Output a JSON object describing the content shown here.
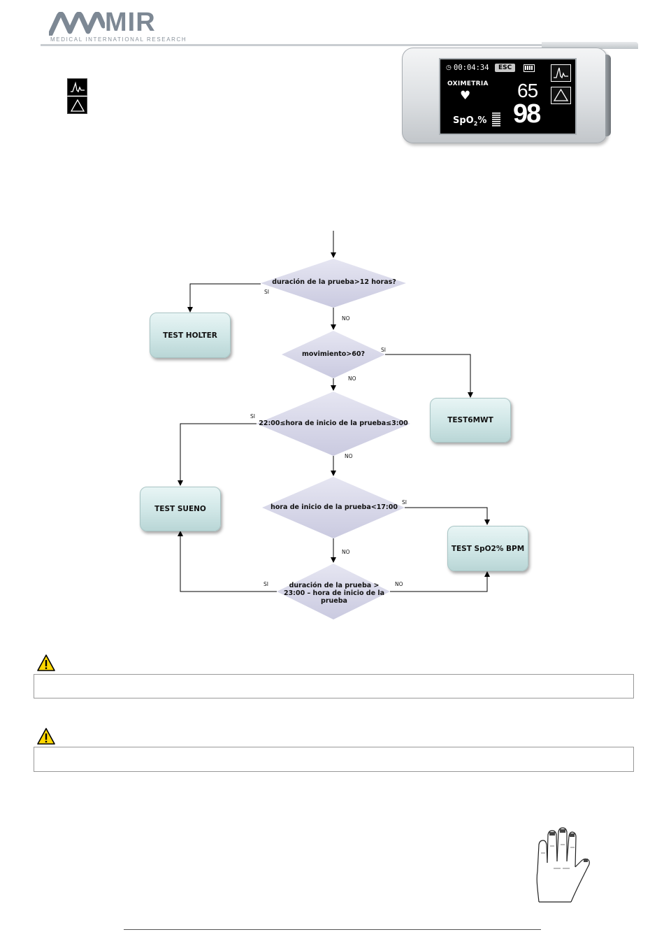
{
  "header": {
    "logo_text": "MIR",
    "logo_subtitle": "MEDICAL INTERNATIONAL RESEARCH"
  },
  "legend_icons": [
    {
      "icon": "waveform-icon"
    },
    {
      "icon": "alarm-triangle-icon"
    }
  ],
  "device_screen": {
    "timer": "00:04:34",
    "esc_label": "ESC",
    "mode_title": "OXIMETRIA",
    "pulse_value": "65",
    "spo2_value": "98",
    "spo2_label_main": "SpO",
    "spo2_label_sub": "2",
    "spo2_label_unit": "%",
    "icons": [
      "clock-icon",
      "battery-icon",
      "heart-icon",
      "waveform-icon",
      "alarm-triangle-icon",
      "signal-bars-icon"
    ]
  },
  "flowchart": {
    "decisions": {
      "d1": "duración de la prueba>12 horas?",
      "d2": "movimiento>60?",
      "d3": "22:00≤hora de inicio de la prueba≤3:00",
      "d4": "hora de inicio de la prueba<17:00",
      "d5_line1": "duración de la prueba >",
      "d5_line2": "23:00 – hora de inicio de la",
      "d5_line3": "prueba"
    },
    "outcomes": {
      "holter": "TEST HOLTER",
      "sixmwt": "TEST6MWT",
      "sueno": "TEST SUENO",
      "spo2": "TEST SpO2% BPM"
    },
    "labels": {
      "yes": "SI",
      "no": "NO"
    }
  },
  "warnings": [
    {
      "icon": "warning-triangle-icon",
      "text": ""
    },
    {
      "icon": "warning-triangle-icon",
      "text": ""
    }
  ],
  "colors": {
    "box_fill": "#cfe6e6",
    "diamond_fill": "#d9d9ec",
    "logo_gray": "#7d8894",
    "warning_yellow": "#ffd700"
  }
}
